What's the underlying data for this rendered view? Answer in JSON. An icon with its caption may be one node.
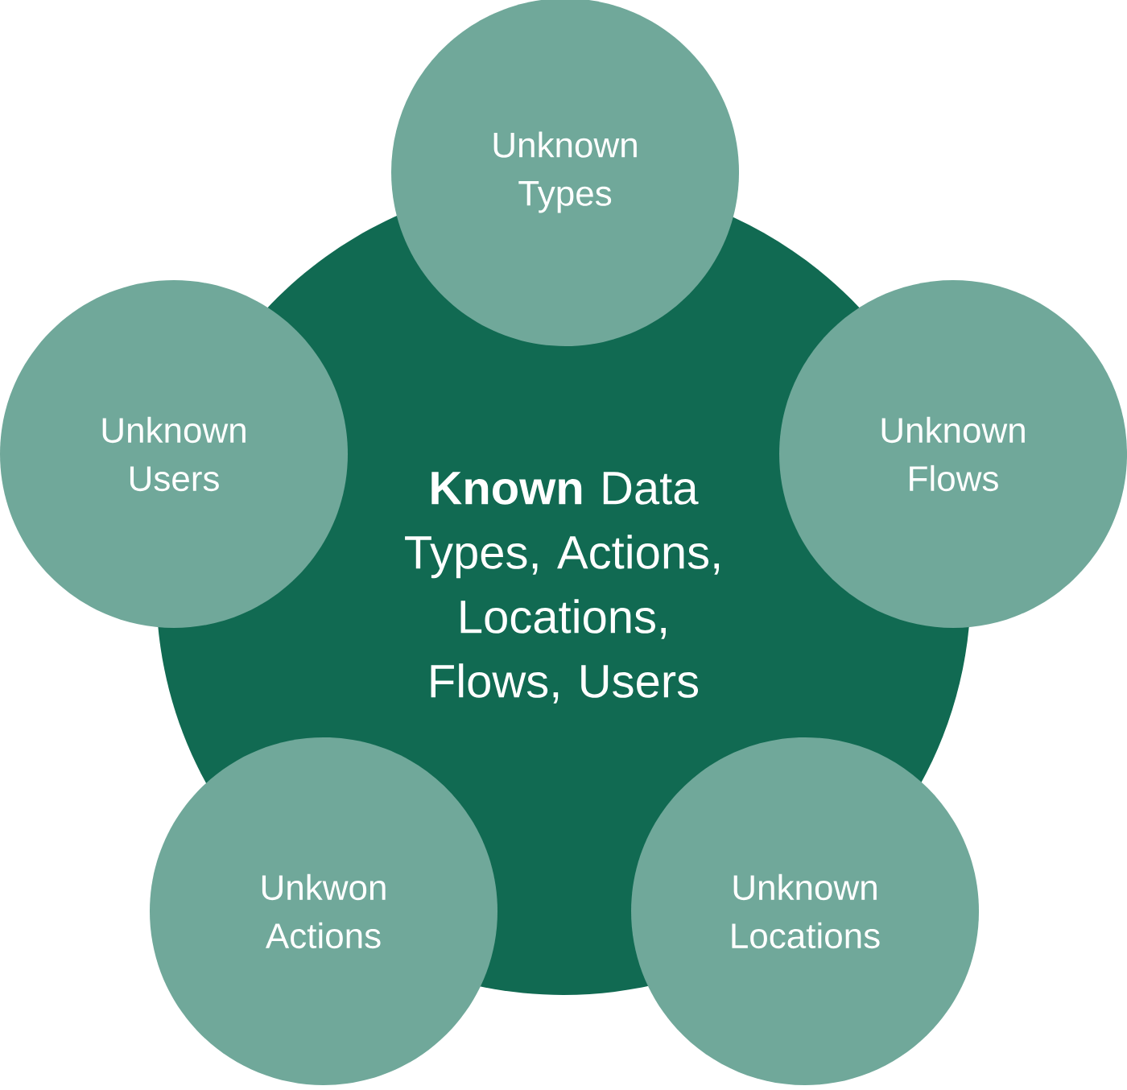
{
  "diagram": {
    "nodes": [
      {
        "text": [
          "**Known** Data Types, Actions, Locations, Flows, Users"
        ]
      },
      {
        "text": [
          "Unknown Types"
        ]
      },
      {
        "text": [
          "Unknown Users"
        ]
      },
      {
        "text": [
          "Unknown Flows"
        ]
      },
      {
        "text": [
          "Unkwon Actions"
        ]
      },
      {
        "text": [
          "Unknown Locations"
        ]
      }
    ]
  }
}
